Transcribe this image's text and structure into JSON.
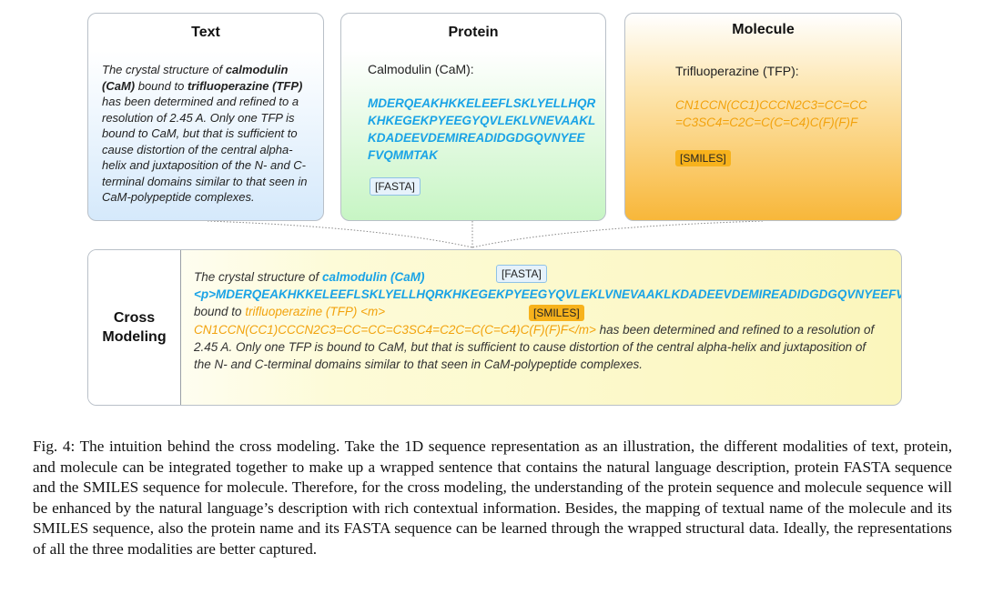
{
  "panels": {
    "text": {
      "title": "Text",
      "pre1": "The crystal structure of ",
      "name1": "calmodulin (CaM)",
      "mid1": " bound to ",
      "name2": "trifluoperazine (TFP)",
      "rest": " has been determined and refined to a resolution of 2.45 A. Only one TFP is bound to CaM, but that is sufficient to cause distortion of the central alpha-helix and juxtaposition of the N- and C-terminal domains similar to that seen in CaM-polypeptide complexes."
    },
    "protein": {
      "title": "Protein",
      "name": "Calmodulin (CaM):",
      "seq_lines": [
        "MDERQEAKHKKELEEFLSKLYELLHQR",
        "KHKEGEKPYEEGYQVLEKLVNEVAAKL",
        "KDADEEVDEMIREADIDGDGQVNYEE",
        "FVQMMTAK"
      ],
      "tag": "[FASTA]"
    },
    "molecule": {
      "title": "Molecule",
      "name": "Trifluoperazine (TFP):",
      "seq_lines": [
        "CN1CCN(CC1)CCCN2C3=CC=CC",
        "=C3SC4=C2C=C(C=C4)C(F)(F)F"
      ],
      "tag": "[SMILES]"
    }
  },
  "cross": {
    "label_line1": "Cross",
    "label_line2": "Modeling",
    "t1": "The crystal structure of ",
    "prot_name": "calmodulin (CaM)",
    "fasta_tag": "[FASTA]",
    "prot_seq": "<p>MDERQEAKHKKELEEFLSKLYELLHQRKHKEGEKPYEEGYQVLEKLVNEVAAKLKDADEEVDEMIREADIDGDGQVNYEEFVQMMTAK</p>",
    "t2": " bound to ",
    "mol_name": "trifluoperazine (TFP) <m>",
    "smiles_tag": "[SMILES]",
    "mol_seq": "CN1CCN(CC1)CCCN2C3=CC=CC=C3SC4=C2C=C(C=C4)C(F)(F)F</m>",
    "t3": " has been determined and refined to a resolution of 2.45 A. Only one TFP is bound to CaM, but that is sufficient to cause distortion of the central alpha-helix and juxtaposition of the N- and C-terminal domains similar to that seen in CaM-polypeptide complexes."
  },
  "caption": "Fig. 4: The intuition behind the cross modeling. Take the 1D sequence representation as an illustration, the different modalities of text, protein, and molecule can be integrated together to make up a wrapped sentence that contains the natural language description, protein FASTA sequence and the SMILES sequence for molecule. Therefore, for the cross modeling, the understanding of the protein sequence and molecule sequence will be enhanced by the natural language’s description with rich contextual information. Besides, the mapping of textual name of the molecule and its SMILES sequence, also the protein name and its FASTA sequence can be learned through the wrapped structural data. Ideally, the representations of all the three modalities are better captured."
}
